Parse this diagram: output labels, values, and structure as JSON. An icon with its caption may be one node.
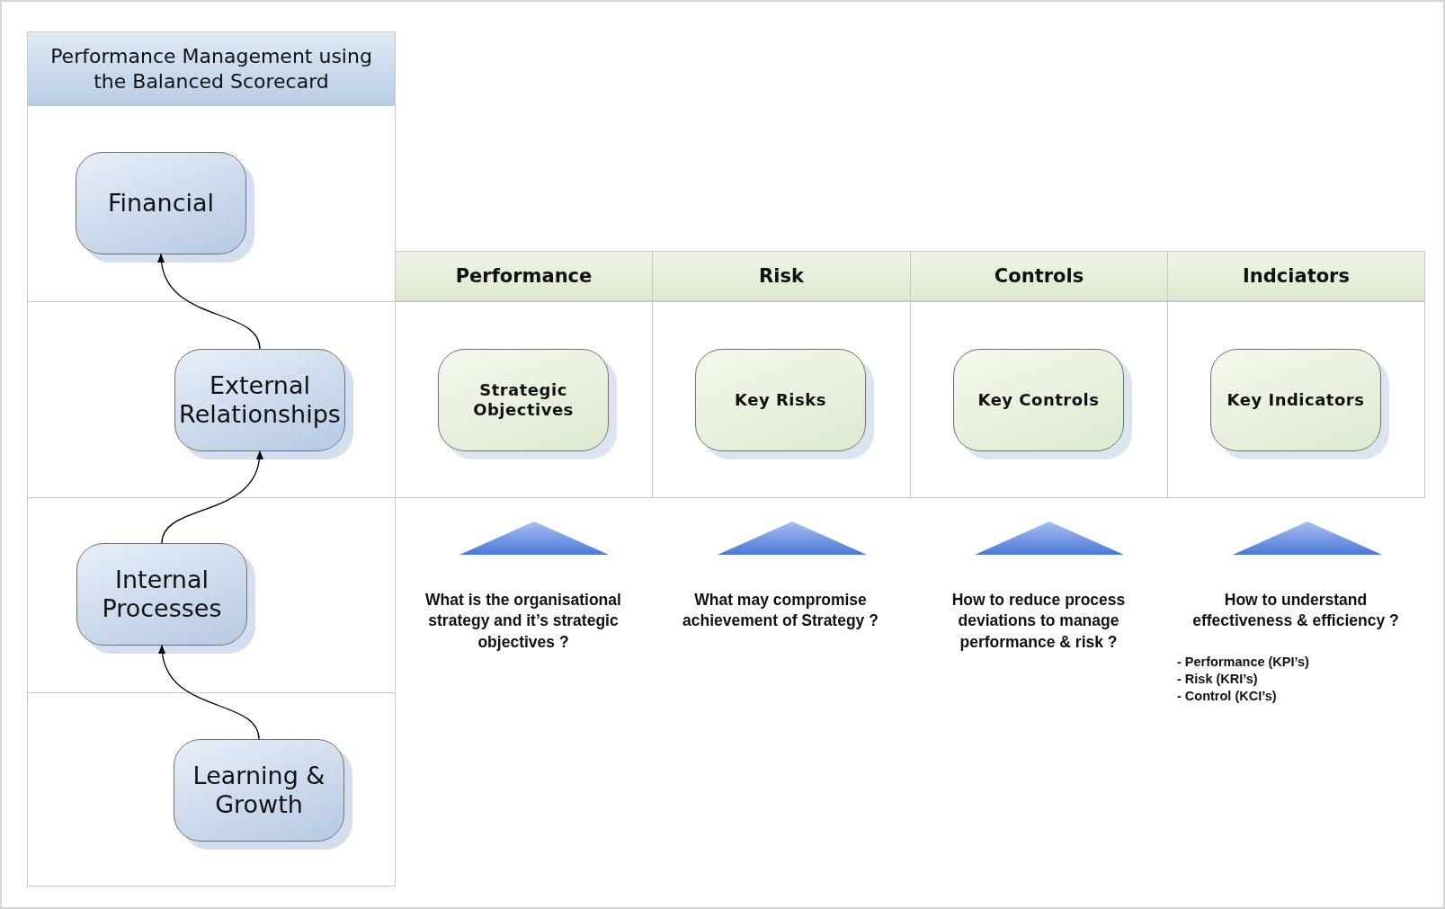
{
  "diagram": {
    "nodes": [
      {
        "text": [
          "Performance Management using the Balanced Scorecard"
        ]
      },
      {
        "text": [
          "Financial"
        ]
      },
      {
        "text": [
          "External Relationships"
        ]
      },
      {
        "text": [
          "Internal Processes"
        ]
      },
      {
        "text": [
          "Learning & Growth"
        ]
      },
      {
        "text": [
          "Performance"
        ]
      },
      {
        "text": [
          "Risk"
        ]
      },
      {
        "text": [
          "Controls"
        ]
      },
      {
        "text": [
          "Indciators"
        ]
      },
      {
        "text": [
          "Strategic Objectives"
        ]
      },
      {
        "text": [
          "Key Risks"
        ]
      },
      {
        "text": [
          "Key Controls"
        ]
      },
      {
        "text": [
          "Key Indicators"
        ]
      }
    ],
    "edges": [
      {
        "from": 2,
        "to": 1,
        "arrow": "to"
      },
      {
        "from": 3,
        "to": 2,
        "arrow": "to"
      },
      {
        "from": 4,
        "to": 3,
        "arrow": "to"
      }
    ],
    "labels": [
      "What is the organisational strategy and it’s strategic objectives ?",
      "What may compromise achievement of Strategy ?",
      "How to reduce process deviations to manage performance & risk ?",
      "How to understand effectiveness & efficiency ?",
      "- Performance (KPI’s)",
      "- Risk (KRI’s)",
      "- Control (KCI’s)"
    ]
  }
}
